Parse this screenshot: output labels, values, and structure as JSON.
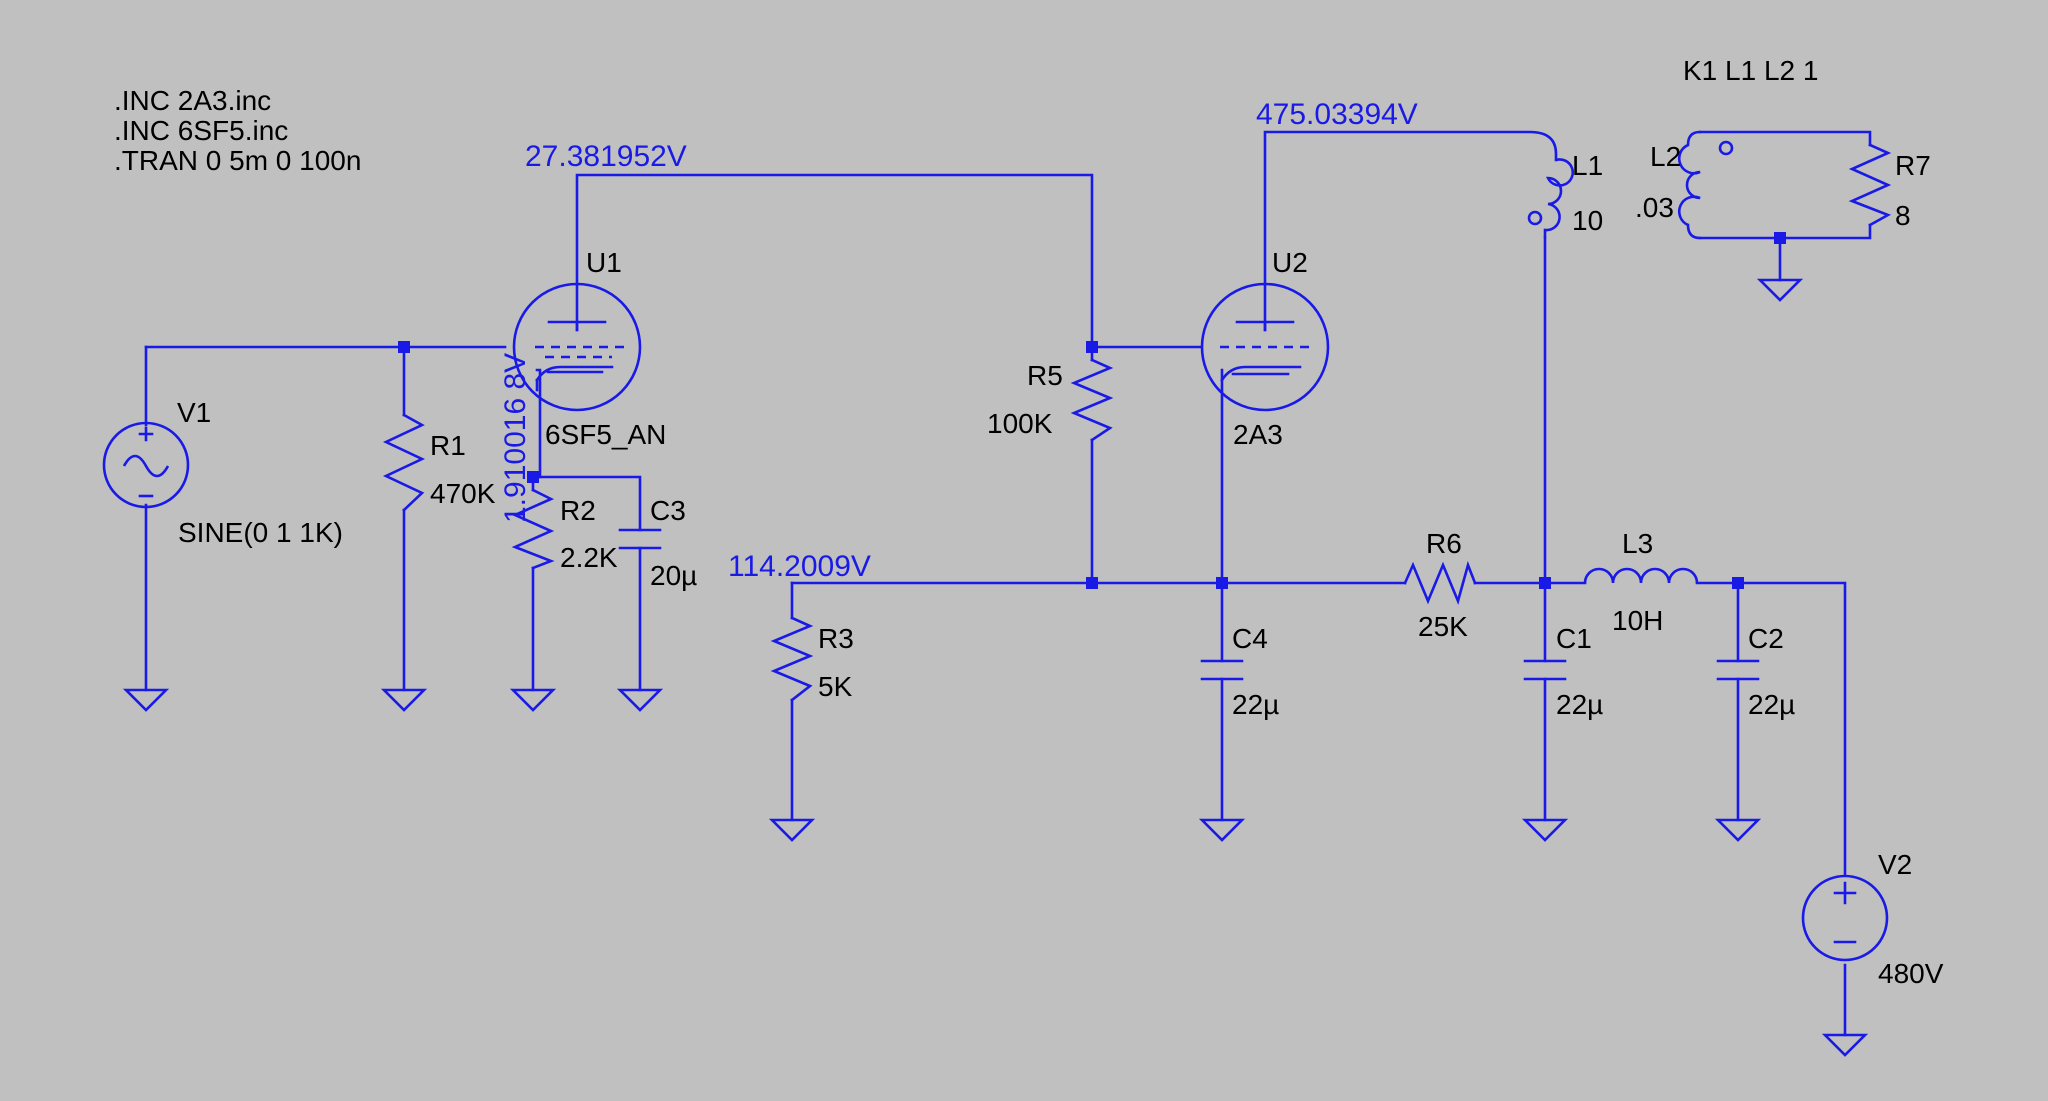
{
  "directives": [
    ".INC 2A3.inc",
    ".INC 6SF5.inc",
    ".TRAN 0 5m 0 100n"
  ],
  "coupling": "K1 L1 L2 1",
  "node_voltages": {
    "u1_plate": "27.381952V",
    "u1_cathode": "1.910016 8V",
    "u2_plate": "475.03394V",
    "bias": "114.2009V"
  },
  "components": {
    "U1": {
      "ref": "U1",
      "value": "6SF5_AN"
    },
    "U2": {
      "ref": "U2",
      "value": "2A3"
    },
    "V1": {
      "ref": "V1",
      "value": "SINE(0 1 1K)"
    },
    "V2": {
      "ref": "V2",
      "value": "480V"
    },
    "R1": {
      "ref": "R1",
      "value": "470K"
    },
    "R2": {
      "ref": "R2",
      "value": "2.2K"
    },
    "R3": {
      "ref": "R3",
      "value": "5K"
    },
    "R5": {
      "ref": "R5",
      "value": "100K"
    },
    "R6": {
      "ref": "R6",
      "value": "25K"
    },
    "R7": {
      "ref": "R7",
      "value": "8"
    },
    "C1": {
      "ref": "C1",
      "value": "22µ"
    },
    "C2": {
      "ref": "C2",
      "value": "22µ"
    },
    "C3": {
      "ref": "C3",
      "value": "20µ"
    },
    "C4": {
      "ref": "C4",
      "value": "22µ"
    },
    "L1": {
      "ref": "L1",
      "value": "10"
    },
    "L2": {
      "ref": "L2",
      "value": ".03"
    },
    "L3": {
      "ref": "L3",
      "value": "10H"
    }
  }
}
